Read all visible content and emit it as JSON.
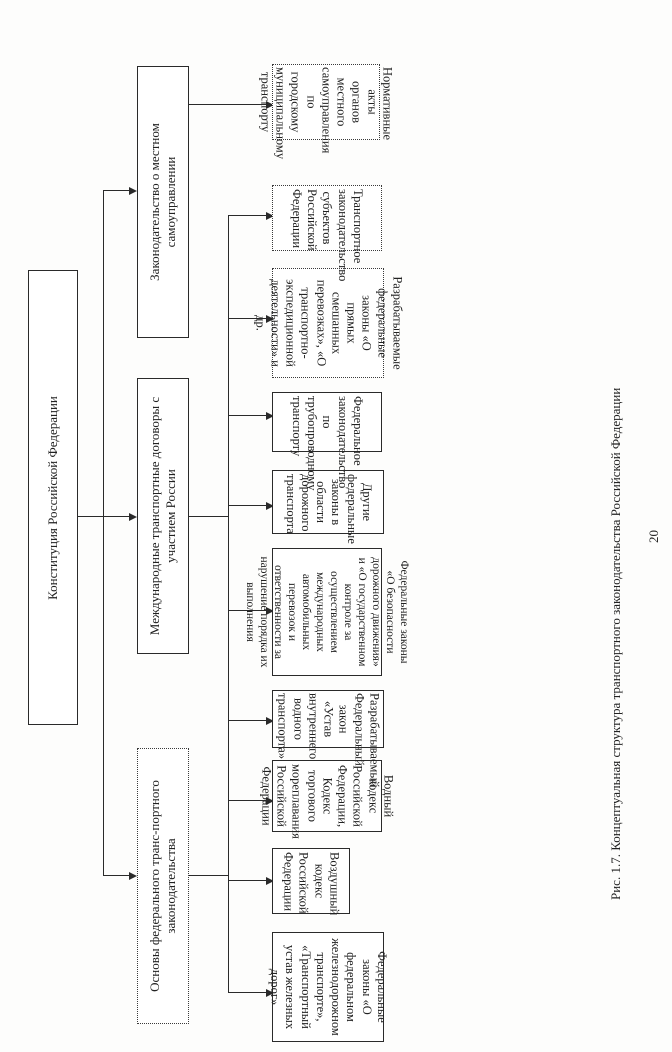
{
  "root": {
    "label": "Конституция  Российской  Федерации"
  },
  "middle": [
    {
      "label": "Основы федерального транс-портного законодательства"
    },
    {
      "label": "Международные транспортные договоры с участием России"
    },
    {
      "label": "Законодательство о местном  самоуправлении"
    }
  ],
  "leaves": [
    {
      "label": "Федеральные законы  «О федеральном железнодорожном  транспорте»,  «Транспортный устав железных дорог»"
    },
    {
      "label": "Воздушный кодекс Российской  Федерации"
    },
    {
      "label": "Водный кодекс Российской Федерации, Кодекс торгового мореплавания Российской  Федерации"
    },
    {
      "label": "Разрабатываемый Федеральный закон «Устав внутреннего водного транспорта»"
    },
    {
      "label": "Федеральные законы «О безопасности дорожного движения»  и  «О государственном контроле за осуществлением международных автомобильных перевозок и ответственности за нарушение порядка их выполнения"
    },
    {
      "label": "Другие федеральные законы  в  области дорожного  транспорта"
    },
    {
      "label": "Федеральное законодательство по трубопроводному транспорту"
    },
    {
      "label": "Разрабатываемые федеральные законы «О прямых смешанных перевозках», «О транспортно-экспедиционной деятельности»  и  др."
    },
    {
      "label": "Транспортное  законодательство субъектов Российской Федерации"
    },
    {
      "label": "Нормативные акты органов местного самоуправления  по  городскому муниципальному транспорту"
    }
  ],
  "caption": "Рис. 1.7.  Концептуальная структура транспортного законодательства Российской  Федерации",
  "page_number": "20"
}
